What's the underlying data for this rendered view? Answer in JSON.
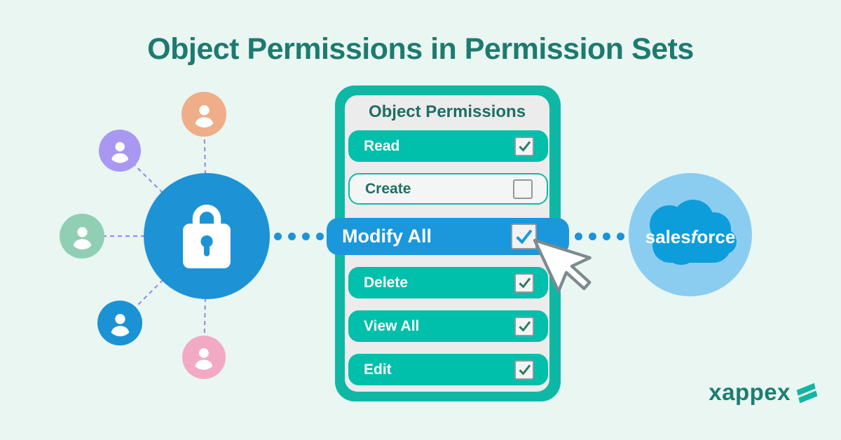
{
  "title": "Object Permissions in Permission Sets",
  "panel": {
    "header": "Object Permissions",
    "rows": [
      {
        "label": "Read",
        "checked": true,
        "variant": "teal"
      },
      {
        "label": "Create",
        "checked": false,
        "variant": "outline"
      },
      {
        "label": "Modify All",
        "checked": true,
        "variant": "highlight"
      },
      {
        "label": "Delete",
        "checked": true,
        "variant": "teal"
      },
      {
        "label": "View All",
        "checked": true,
        "variant": "teal"
      },
      {
        "label": "Edit",
        "checked": true,
        "variant": "teal"
      }
    ]
  },
  "salesforce": {
    "label": "salesforce",
    "label_parts": [
      "sales",
      "f",
      "orce"
    ]
  },
  "brand": {
    "logo_text": "xappex"
  },
  "colors": {
    "background": "#e9f6f2",
    "title_text": "#1e7a6e",
    "card_border_teal": "#0fb8a4",
    "row_teal": "#00bfab",
    "highlight_blue": "#1b97dc",
    "lock_circle_blue": "#1d93d6",
    "connector_dot_blue": "#1d93d6",
    "dashed_line_purple": "#9b8fe8",
    "salesforce_circle": "#8bcdf1",
    "salesforce_cloud": "#0d9ddb",
    "avatar_orange": "#efad88",
    "avatar_purple": "#a998f2",
    "avatar_green": "#90cfb4",
    "avatar_blue": "#1b92d3",
    "avatar_pink": "#f2aac4",
    "brand_text": "#1c7d70",
    "brand_glyph": "#12b5a2"
  }
}
